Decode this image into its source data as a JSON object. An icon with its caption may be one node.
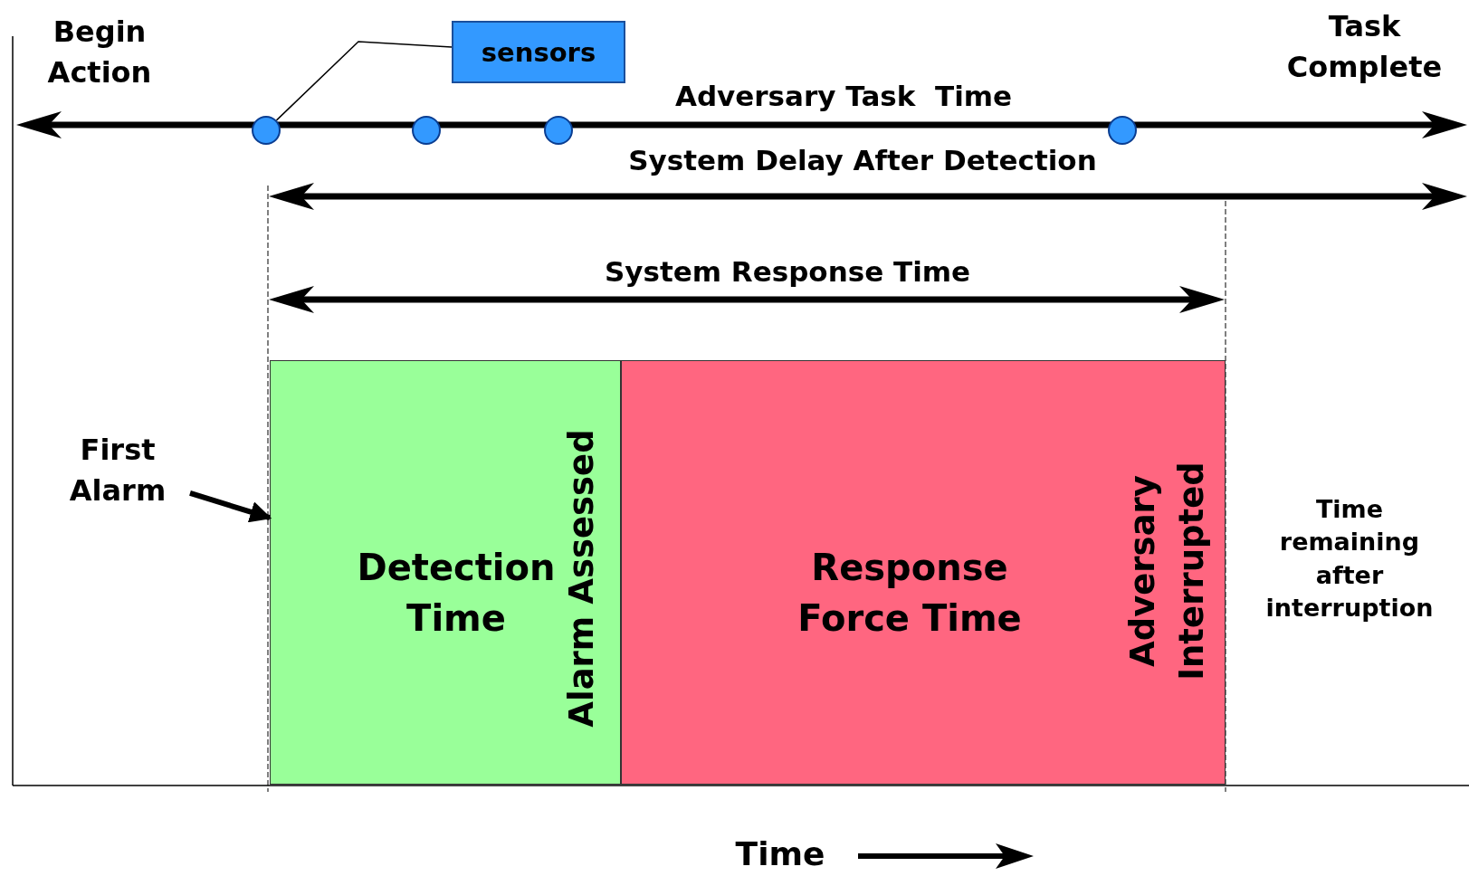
{
  "diagram": {
    "nodes": [
      {
        "text": [
          "Begin Action"
        ]
      },
      {
        "text": [
          "Task Complete"
        ]
      },
      {
        "text": [
          "sensors"
        ]
      },
      {
        "text": [],
        "shape": "circle"
      },
      {
        "text": [],
        "shape": "circle"
      },
      {
        "text": [],
        "shape": "circle"
      },
      {
        "text": [],
        "shape": "circle"
      },
      {
        "text": [
          "Detection Time",
          "Alarm Assessed"
        ]
      },
      {
        "text": [
          "Response Force Time",
          "Adversary Interrupted"
        ]
      },
      {
        "text": [
          "First Alarm"
        ]
      }
    ],
    "edges": [
      {
        "from": 2,
        "to": 3,
        "arrow": "none"
      },
      {
        "from": 9,
        "to": 7,
        "arrow": "to",
        "style": "thick"
      }
    ],
    "labels": [
      "Adversary Task  Time",
      "System Delay After Detection",
      "System Response Time",
      "Time remaining after interruption",
      "Time"
    ]
  }
}
